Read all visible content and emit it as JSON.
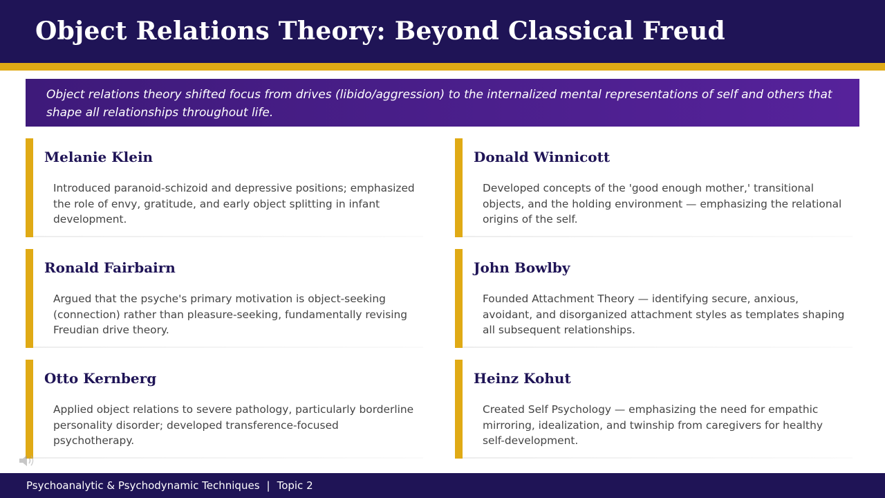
{
  "slide": {
    "title": "Object Relations Theory: Beyond Classical Freud",
    "intro": "Object relations theory shifted focus from drives (libido/aggression) to the internalized mental representations of self and others that shape all relationships throughout life."
  },
  "cards": [
    {
      "name": "Melanie Klein",
      "description": "Introduced paranoid-schizoid and depressive positions; emphasized the role of envy, gratitude, and early object splitting in infant development."
    },
    {
      "name": "Donald Winnicott",
      "description": "Developed concepts of the 'good enough mother,' transitional objects, and the holding environment — emphasizing the relational origins of the self."
    },
    {
      "name": "Ronald Fairbairn",
      "description": "Argued that the psyche's primary motivation is object-seeking (connection) rather than pleasure-seeking, fundamentally revising Freudian drive theory."
    },
    {
      "name": "John Bowlby",
      "description": "Founded Attachment Theory — identifying secure, anxious, avoidant, and disorganized attachment styles as templates shaping all subsequent relationships."
    },
    {
      "name": "Otto Kernberg",
      "description": "Applied object relations to severe pathology, particularly borderline personality disorder; developed transference-focused psychotherapy."
    },
    {
      "name": "Heinz Kohut",
      "description": "Created Self Psychology — emphasizing the need for empathic mirroring, idealization, and twinship from caregivers for healthy self-development."
    }
  ],
  "footer": {
    "course": "Psychoanalytic & Psychodynamic Techniques",
    "separator": "|",
    "topic": "Topic 2"
  },
  "icons": {
    "audio": "speaker-icon"
  },
  "colors": {
    "navy": "#1f1456",
    "gold": "#e0aa15",
    "purple": "#4b1f8c"
  }
}
